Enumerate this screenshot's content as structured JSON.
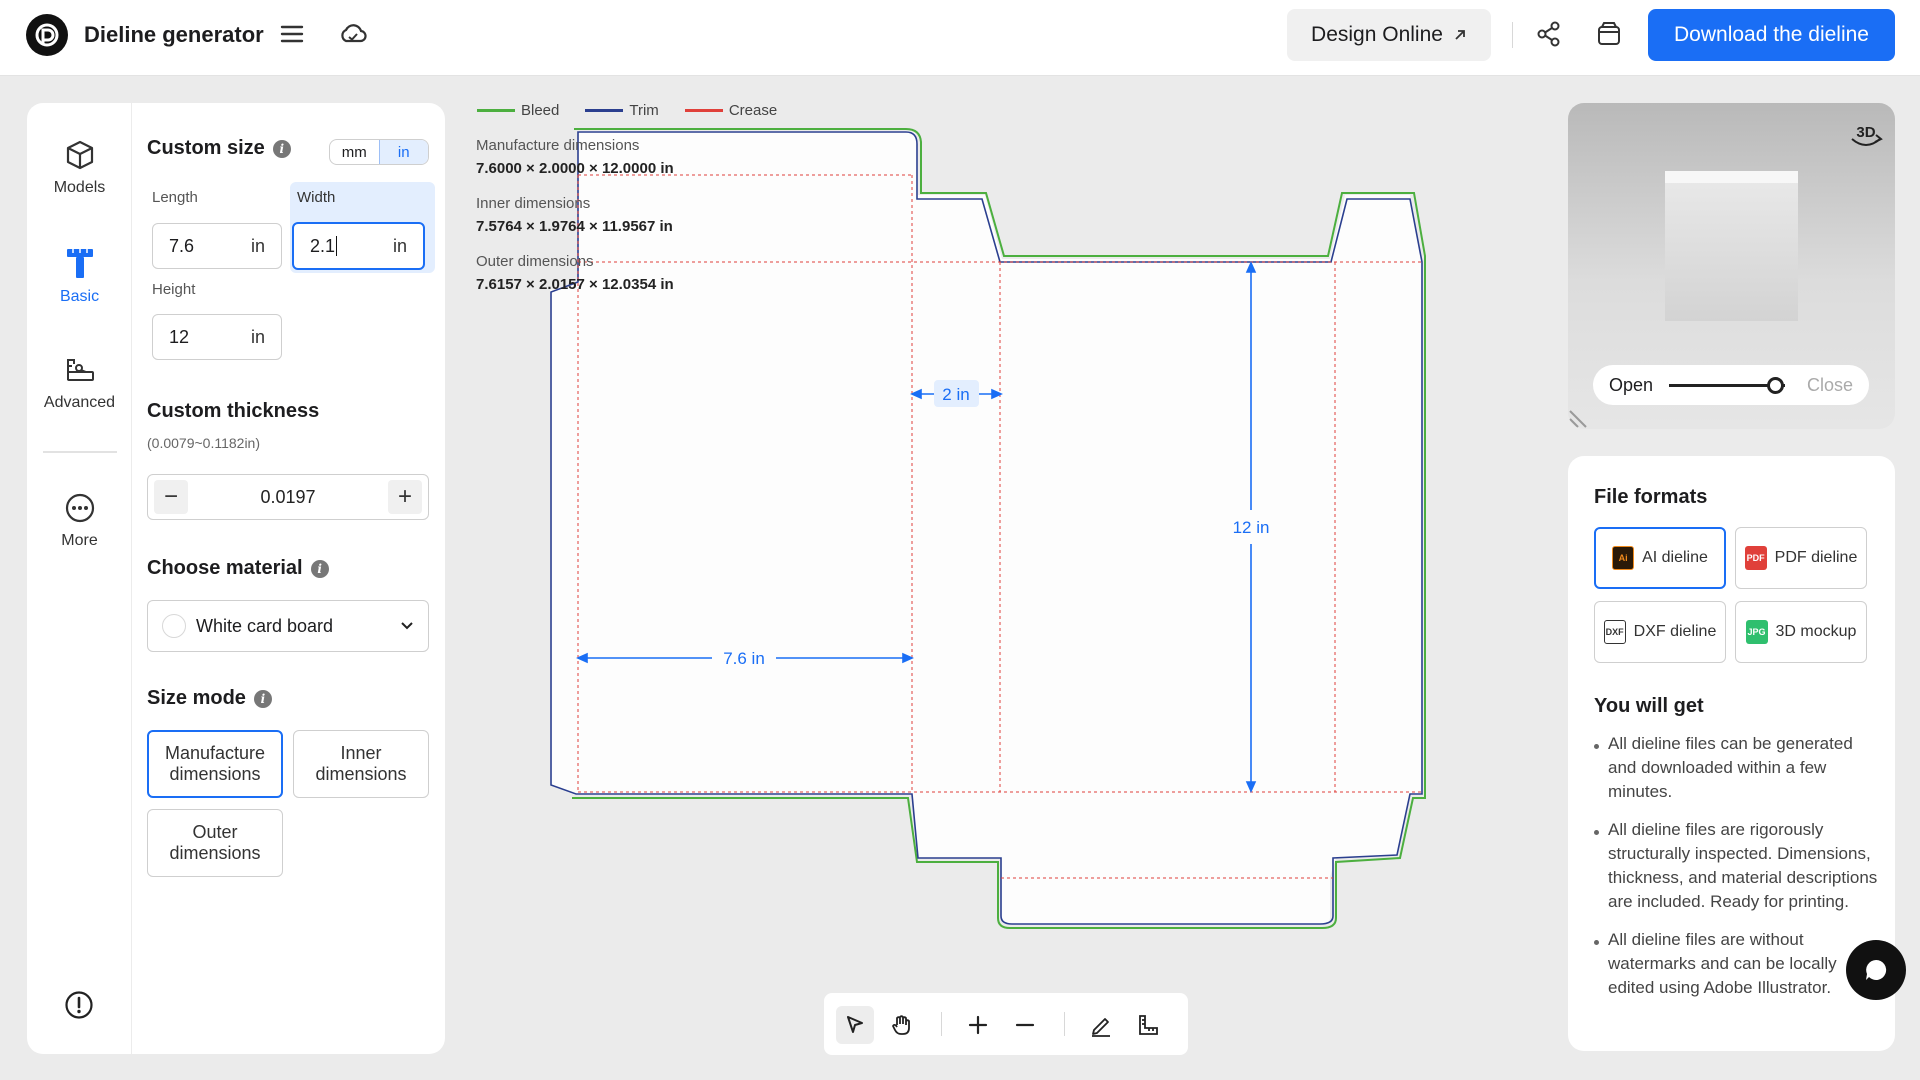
{
  "header": {
    "app_title": "Dieline generator",
    "design_online_label": "Design Online",
    "download_label": "Download the dieline",
    "icons": [
      "menu-icon",
      "cloud-icon",
      "share-icon",
      "cart-icon"
    ]
  },
  "nav": {
    "items": [
      {
        "label": "Models",
        "icon": "cube-icon"
      },
      {
        "label": "Basic",
        "icon": "ruler-t-icon",
        "active": true
      },
      {
        "label": "Advanced",
        "icon": "advanced-icon"
      },
      {
        "label": "More",
        "icon": "more-icon"
      }
    ]
  },
  "custom_size": {
    "title": "Custom size",
    "unit_options": [
      "mm",
      "in"
    ],
    "selected_unit": "in",
    "length_label": "Length",
    "length_value": "7.6",
    "width_label": "Width",
    "width_value": "2.1",
    "height_label": "Height",
    "height_value": "12",
    "unit": "in"
  },
  "thickness": {
    "title": "Custom thickness",
    "range": "(0.0079~0.1182in)",
    "value": "0.0197",
    "minus": "−",
    "plus": "+"
  },
  "material": {
    "title": "Choose material",
    "selected": "White card board"
  },
  "size_mode": {
    "title": "Size mode",
    "options": [
      "Manufacture dimensions",
      "Inner dimensions",
      "Outer dimensions"
    ],
    "selected": "Manufacture dimensions"
  },
  "legend": [
    {
      "label": "Bleed",
      "color": "#4caf3f"
    },
    {
      "label": "Trim",
      "color": "#2b3f8f"
    },
    {
      "label": "Crease",
      "color": "#e0403a"
    }
  ],
  "dimensions": {
    "manufacture_label": "Manufacture dimensions",
    "manufacture_value": "7.6000 × 2.0000 × 12.0000 in",
    "inner_label": "Inner dimensions",
    "inner_value": "7.5764 × 1.9764 × 11.9567 in",
    "outer_label": "Outer dimensions",
    "outer_value": "7.6157 × 2.0157 × 12.0354 in"
  },
  "dieline_labels": {
    "width": "2 in",
    "height": "12 in",
    "length": "7.6 in"
  },
  "preview": {
    "badge": "3D",
    "open_label": "Open",
    "close_label": "Close",
    "slider_level": 0.85
  },
  "file_formats": {
    "title": "File formats",
    "options": [
      {
        "label": "AI dieline",
        "badge": "Ai",
        "color": "#f08a1c"
      },
      {
        "label": "PDF dieline",
        "badge": "PDF",
        "color": "#e0403a"
      },
      {
        "label": "DXF dieline",
        "badge": "DXF",
        "color": "#333333"
      },
      {
        "label": "3D mockup",
        "badge": "JPG",
        "color": "#2fbf6e"
      }
    ],
    "selected": "AI dieline"
  },
  "you_will_get": {
    "title": "You will get",
    "items": [
      "All dieline files can be generated and downloaded within a few minutes.",
      "All dieline files are rigorously structurally inspected. Dimensions, thickness, and material descriptions are included. Ready for printing.",
      "All dieline files are without watermarks and can be locally edited using Adobe Illustrator."
    ]
  },
  "colors": {
    "accent": "#1a6ef5",
    "bleed": "#4caf3f",
    "trim": "#2b3f8f",
    "crease": "#e0403a"
  }
}
